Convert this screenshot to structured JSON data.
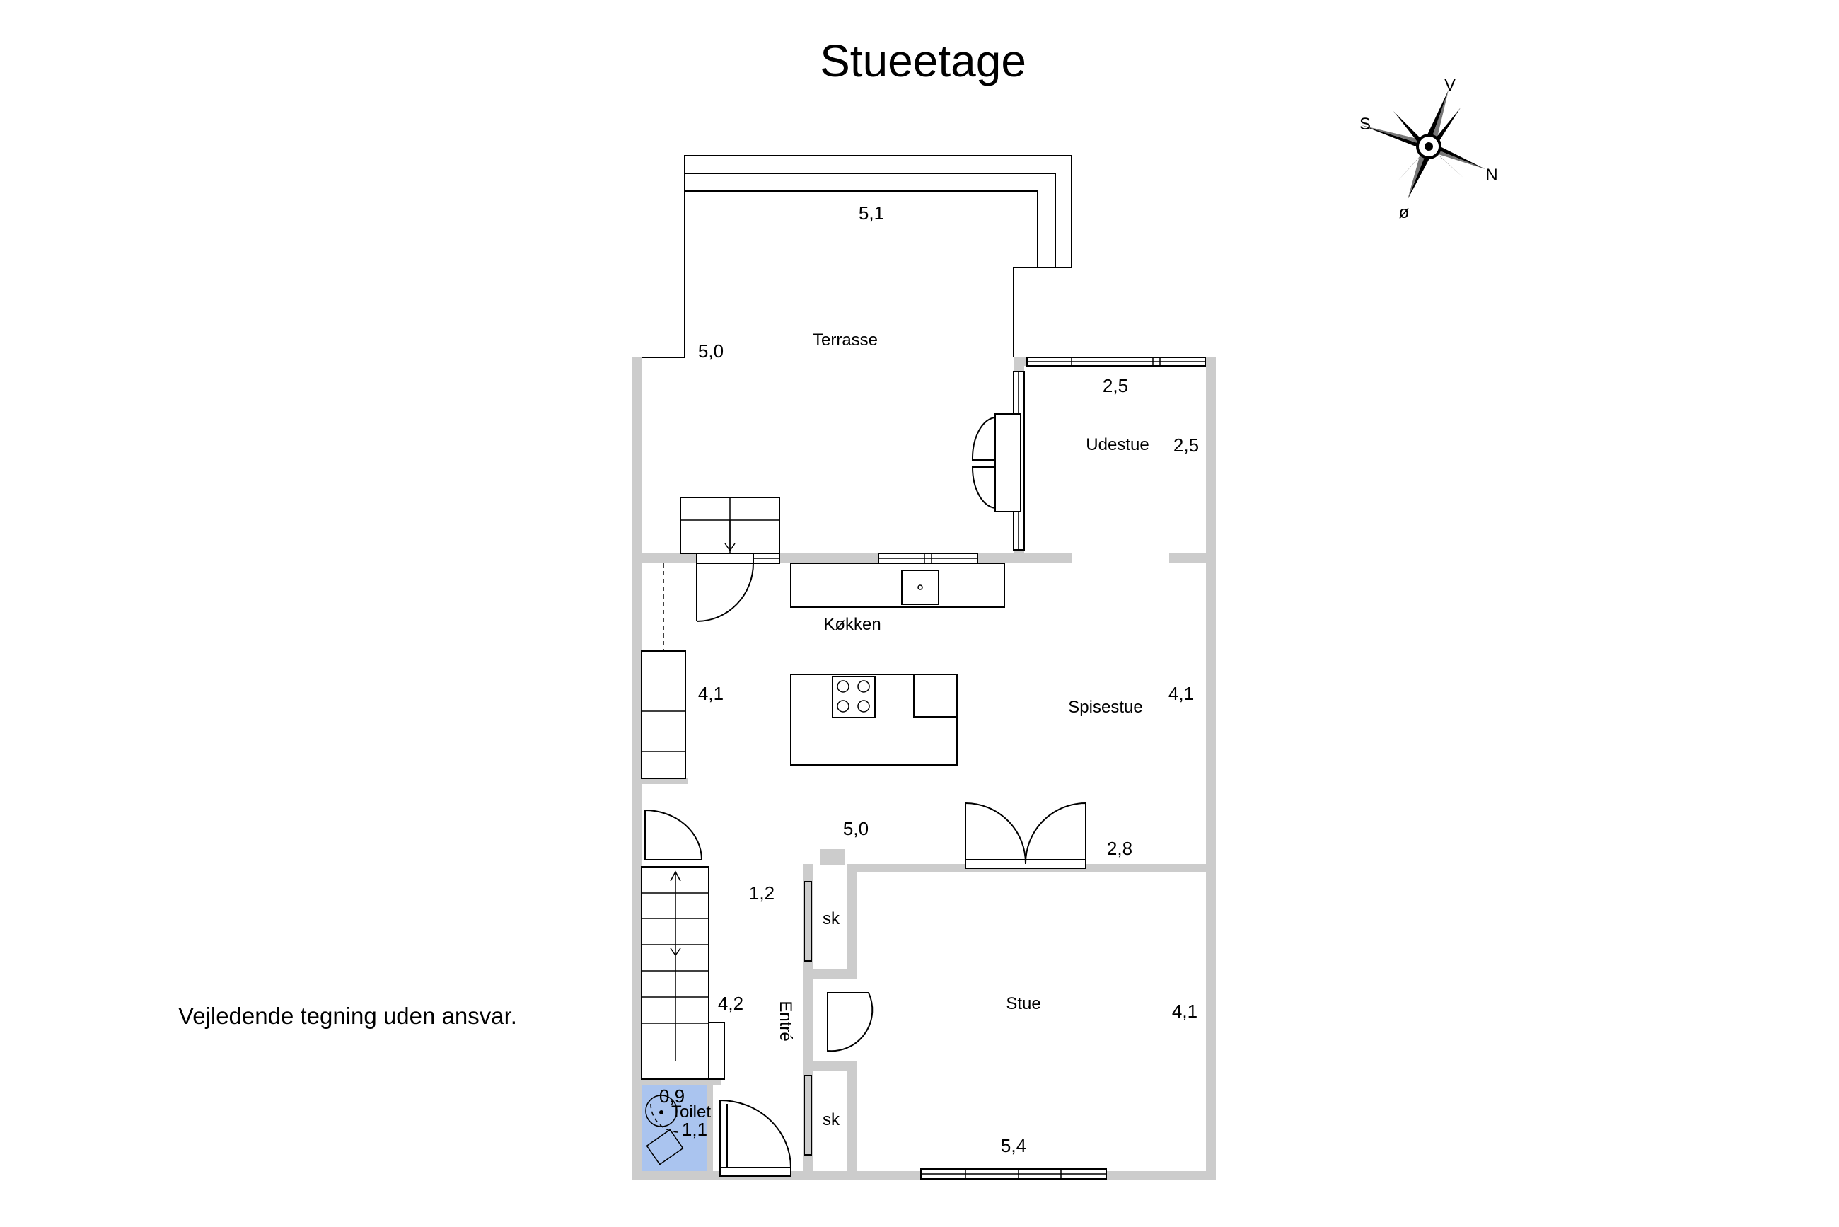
{
  "title": "Stueetage",
  "note": "Vejledende tegning uden ansvar.",
  "compass": {
    "top": "V",
    "left": "S",
    "right": "N",
    "bottom": "ø"
  },
  "rooms": {
    "terrasse": "Terrasse",
    "udestue": "Udestue",
    "koekken": "Køkken",
    "spisestue": "Spisestue",
    "stue": "Stue",
    "entre": "Entré",
    "toilet": "Toilet",
    "sk1": "sk",
    "sk2": "sk"
  },
  "dimensions": {
    "terrasse_top": "5,1",
    "terrasse_left": "5,0",
    "udestue_top": "2,5",
    "udestue_right": "2,5",
    "kitchen_left": "4,1",
    "spisestue_right": "4,1",
    "mid_width": "5,0",
    "spisestue_bottom": "2,8",
    "hall": "1,2",
    "stair": "4,2",
    "stue_right": "4,1",
    "stue_bottom": "5,4",
    "toilet_w": "0,9",
    "toilet_h": "1,1"
  },
  "colors": {
    "wall": "#cccccc",
    "toilet_fill": "#aac4ef",
    "line": "#000000"
  }
}
